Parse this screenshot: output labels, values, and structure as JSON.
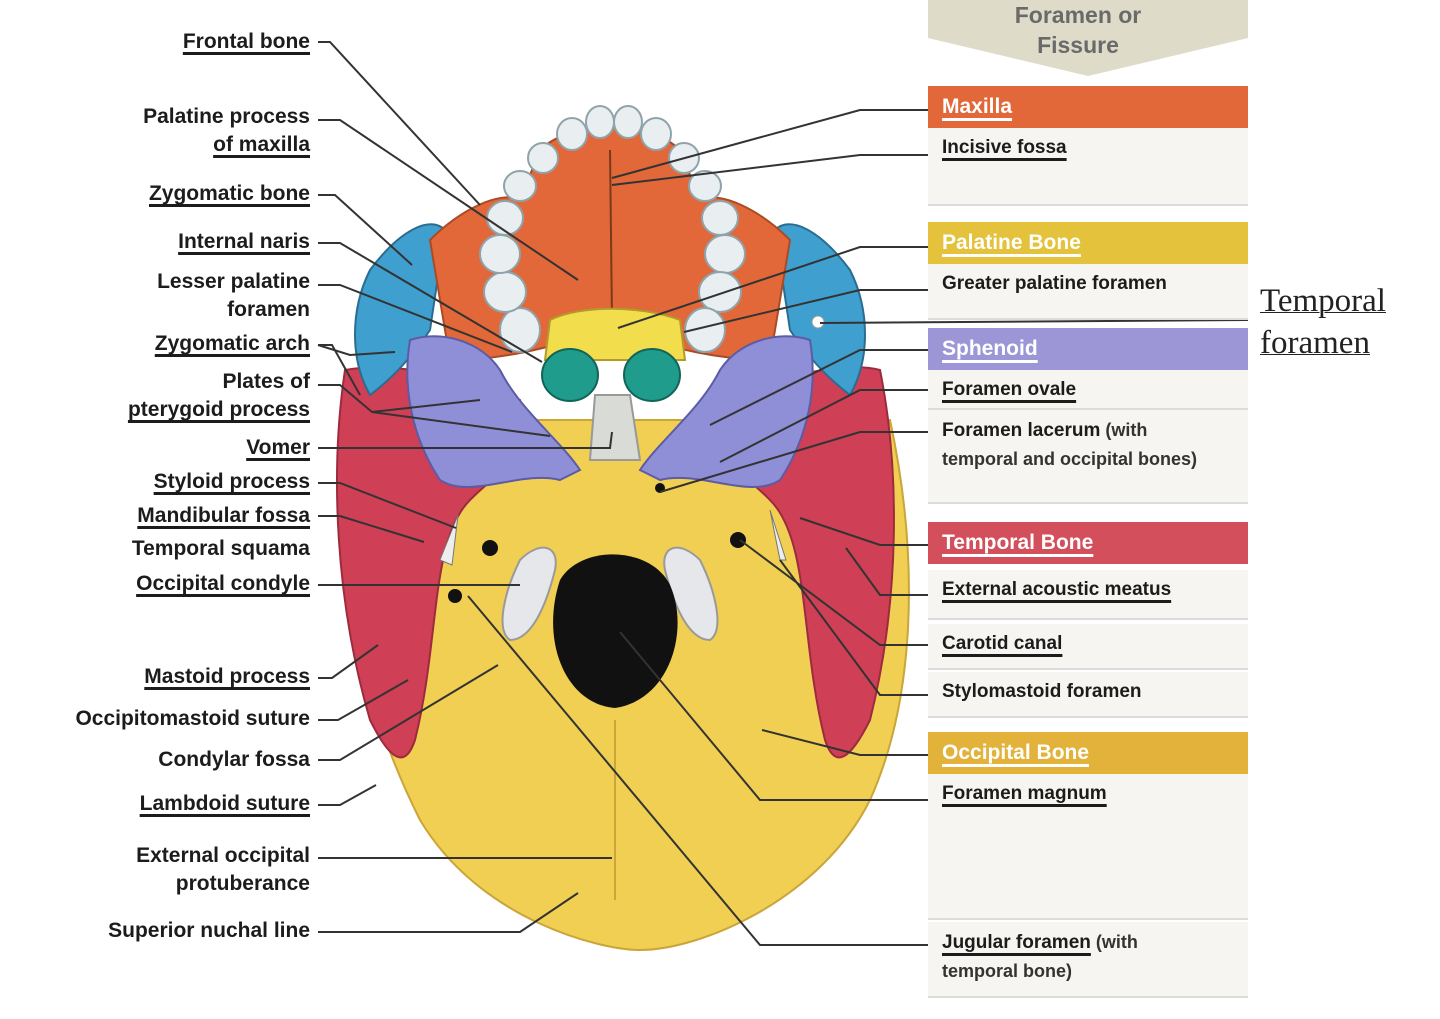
{
  "left_labels": [
    {
      "id": "frontal-bone",
      "text": "Frontal bone"
    },
    {
      "id": "palatine-process",
      "text": "Palatine process of maxilla",
      "lines": [
        "Palatine process",
        "of maxilla"
      ]
    },
    {
      "id": "zygomatic-bone",
      "text": "Zygomatic bone"
    },
    {
      "id": "internal-naris",
      "text": "Internal naris"
    },
    {
      "id": "lesser-palatine",
      "text": "Lesser palatine foramen",
      "lines": [
        "Lesser palatine",
        "foramen"
      ]
    },
    {
      "id": "zygomatic-arch",
      "text": "Zygomatic arch"
    },
    {
      "id": "pterygoid-plates",
      "text": "Plates of pterygoid process",
      "lines": [
        "Plates of",
        "pterygoid process"
      ]
    },
    {
      "id": "vomer",
      "text": "Vomer"
    },
    {
      "id": "styloid-process",
      "text": "Styloid process"
    },
    {
      "id": "mandibular-fossa",
      "text": "Mandibular fossa"
    },
    {
      "id": "temporal-squama",
      "text": "Temporal squama"
    },
    {
      "id": "occipital-condyle",
      "text": "Occipital condyle"
    },
    {
      "id": "mastoid-process",
      "text": "Mastoid process"
    },
    {
      "id": "occipitomastoid-suture",
      "text": "Occipitomastoid suture"
    },
    {
      "id": "condylar-fossa",
      "text": "Condylar fossa"
    },
    {
      "id": "lambdoid-suture",
      "text": "Lambdoid suture"
    },
    {
      "id": "external-occipital",
      "text": "External occipital protuberance",
      "lines": [
        "External occipital",
        "protuberance"
      ]
    },
    {
      "id": "superior-nuchal",
      "text": "Superior nuchal line"
    }
  ],
  "panel": {
    "header_lines": [
      "Foramen or",
      "Fissure"
    ],
    "sections": [
      {
        "bone": "Maxilla",
        "color": "#e2683a",
        "items": [
          {
            "name": "Incisive fossa",
            "note": ""
          }
        ]
      },
      {
        "bone": "Palatine Bone",
        "color": "#e4c23c",
        "items": [
          {
            "name": "Greater palatine foramen",
            "note": ""
          }
        ]
      },
      {
        "bone": "Sphenoid",
        "color": "#9d96d6",
        "items": [
          {
            "name": "Foramen ovale",
            "note": ""
          },
          {
            "name": "Foramen lacerum",
            "note": " (with",
            "note2": "temporal and occipital bones)"
          }
        ]
      },
      {
        "bone": "Temporal Bone",
        "color": "#d34f5b",
        "items": [
          {
            "name": "External acoustic meatus",
            "note": ""
          },
          {
            "name": "Carotid canal",
            "note": ""
          },
          {
            "name": "Stylomastoid foramen",
            "note": ""
          }
        ]
      },
      {
        "bone": "Occipital Bone",
        "color": "#e2b23a",
        "items": [
          {
            "name": "Foramen magnum",
            "note": ""
          },
          {
            "name": "Jugular foramen",
            "note": " (with",
            "note2": "temporal bone)"
          }
        ]
      }
    ]
  },
  "side_note": {
    "lines": [
      "Temporal",
      "foramen"
    ]
  },
  "colors": {
    "maxilla": "#e2683a",
    "palatine": "#f2de4c",
    "sphenoid": "#8f8fd8",
    "temporal": "#cf3f55",
    "occipital": "#f0cf52",
    "zygomatic": "#3f9fce",
    "teeth": "#e9eef1",
    "magnum": "#111111"
  }
}
